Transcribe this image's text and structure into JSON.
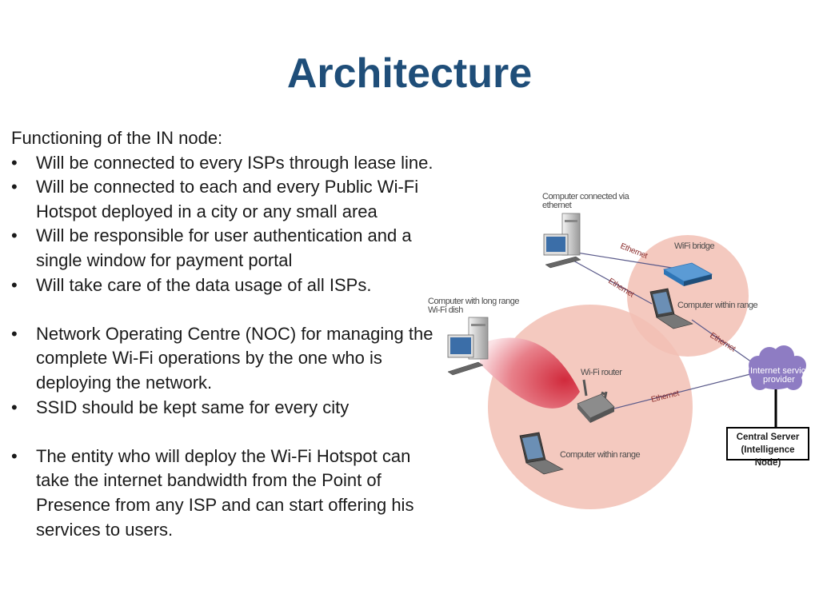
{
  "title": "Architecture",
  "intro": "Functioning of the IN node:",
  "bullets": [
    "Will be connected to every ISPs through lease line.",
    "Will be connected to each and every Public Wi-Fi Hotspot deployed in a city or any small area",
    "Will be responsible for user authentication and a single window for payment portal",
    "Will take care of the data usage of all ISPs.",
    "Network Operating Centre (NOC) for managing the complete Wi-Fi operations by the one who is deploying the network.",
    "SSID should be kept same for every city",
    "The entity who will deploy the Wi-Fi Hotspot can take the internet bandwidth from the Point of Presence from any ISP and can start offering his services to users."
  ],
  "diagram": {
    "computer_ethernet_label_1": "Computer connected via",
    "computer_ethernet_label_2": "ethernet",
    "computer_dish_label_1": "Computer with long range",
    "computer_dish_label_2": "Wi-Fi dish",
    "wifi_bridge_label": "WiFi bridge",
    "computer_range_top_label": "Computer within range",
    "wifi_router_label": "Wi-Fi router",
    "computer_range_bottom_label": "Computer within range",
    "ethernet_label": "Ethernet",
    "isp_label_1": "Internet service",
    "isp_label_2": "provider",
    "central_server_1": "Central Server",
    "central_server_2": "(Intelligence Node)"
  }
}
